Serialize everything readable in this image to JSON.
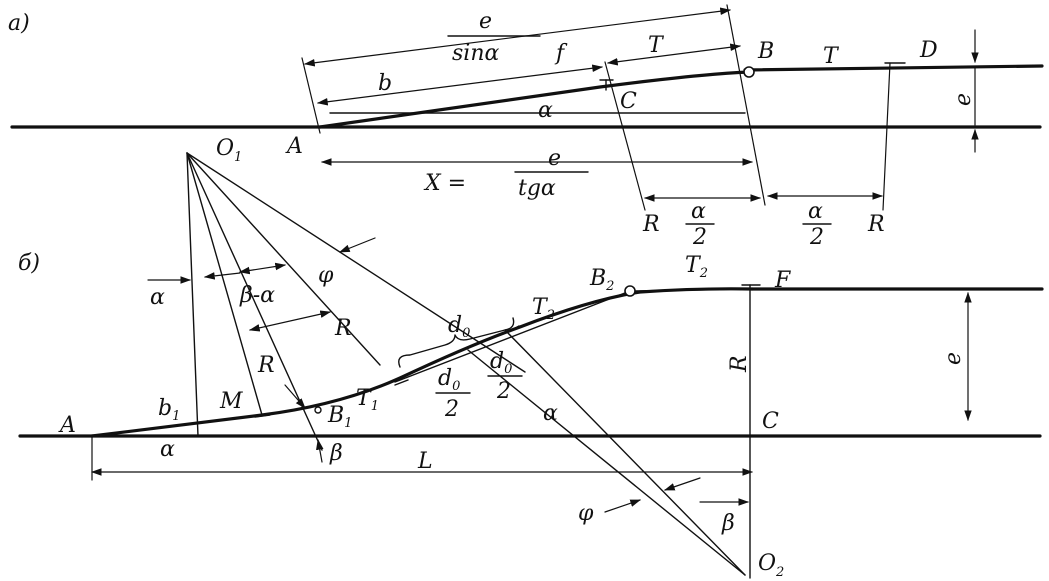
{
  "diagram": {
    "part_a": {
      "panel_label": "a)",
      "points": {
        "A": "A",
        "B": "B",
        "C": "C",
        "D": "D",
        "O1": "O",
        "O1_sub": "1"
      },
      "lengths": {
        "e_over_sin_num": "e",
        "e_over_sin_den": "sinα",
        "f": "f",
        "T1": "T",
        "T2": "T",
        "b": "b",
        "alpha": "α",
        "x_lhs": "X =",
        "x_num": "e",
        "x_den": "tgα",
        "e_side": "e",
        "R1": "R",
        "R2": "R",
        "half_alpha_num_1": "α",
        "half_alpha_den_1": "2",
        "half_alpha_num_2": "α",
        "half_alpha_den_2": "2"
      }
    },
    "part_b": {
      "panel_label": "б)",
      "points": {
        "A": "A",
        "M": "M",
        "B1": "B",
        "B1_sub": "1",
        "T1": "T",
        "T1_sub": "1",
        "B2": "B",
        "B2_sub": "2",
        "T2a": "T",
        "T2a_sub": "2",
        "T2b": "T",
        "T2b_sub": "2",
        "F": "F",
        "C": "C",
        "O2": "O",
        "O2_sub": "2"
      },
      "lengths": {
        "alpha_top": "α",
        "beta_minus_alpha": "β-α",
        "phi_top": "φ",
        "R_upper": "R",
        "R_lower": "R",
        "R_vertical": "R",
        "d0": "d",
        "d0_sub": "0",
        "d0_half_1_num": "d",
        "d0_half_1_num_sub": "0",
        "d0_half_1_den": "2",
        "d0_half_2_num": "d",
        "d0_half_2_num_sub": "0",
        "d0_half_2_den": "2",
        "alpha_diag": "α",
        "b1": "b",
        "b1_sub": "1",
        "alpha_bottom": "α",
        "beta_bottom": "β",
        "L": "L",
        "phi_bottom": "φ",
        "beta_right": "β",
        "e_side": "e"
      }
    }
  }
}
